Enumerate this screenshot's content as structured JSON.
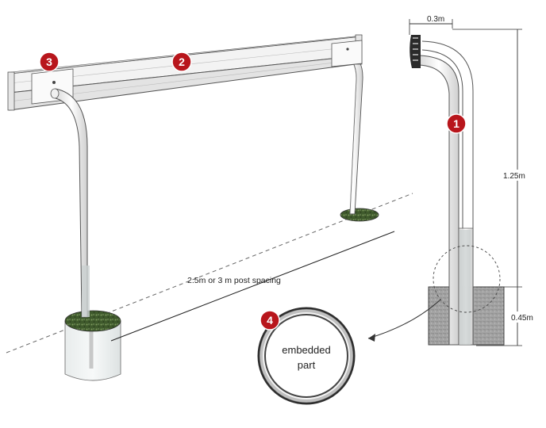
{
  "dimensions": {
    "offset": "0.3m",
    "post_height": "1.25m",
    "embed_depth": "0.45m",
    "spacing": "2.5m or 3 m post spacing"
  },
  "markers": [
    "1",
    "2",
    "3",
    "4"
  ],
  "detail_label": {
    "line1": "embedded",
    "line2": "part"
  },
  "colors": {
    "marker": "#b8161c",
    "grass": "#3f5a2c",
    "concrete": "#9b9b9b",
    "post": "#f2f2f2",
    "rail": "#eeeeee"
  }
}
